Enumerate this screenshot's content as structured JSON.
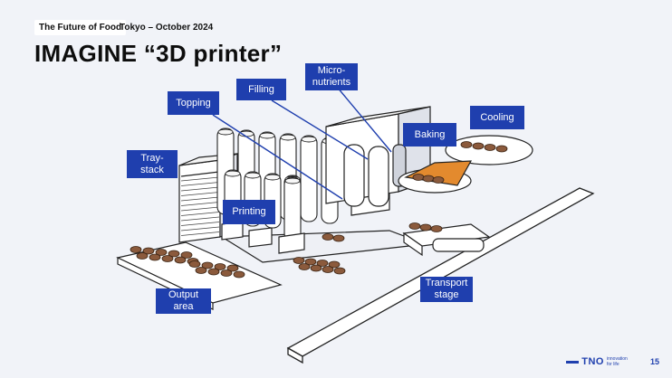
{
  "header": {
    "tag": "The Future of Food",
    "subtitle": "Tokyo – October 2024",
    "title": "IMAGINE “3D printer”"
  },
  "labels": {
    "micronutrients": "Micro-\nnutrients",
    "filling": "Filling",
    "topping": "Topping",
    "baking": "Baking",
    "cooling": "Cooling",
    "traystack": "Tray-\nstack",
    "printing": "Printing",
    "output": "Output\narea",
    "transport": "Transport\nstage"
  },
  "footer": {
    "logo": "TNO",
    "tagline": "innovation\nfor life",
    "page": "15"
  },
  "colors": {
    "label_bg": "#1f3fae",
    "background": "#f1f3f8",
    "cookie": "#8b5a3c"
  }
}
